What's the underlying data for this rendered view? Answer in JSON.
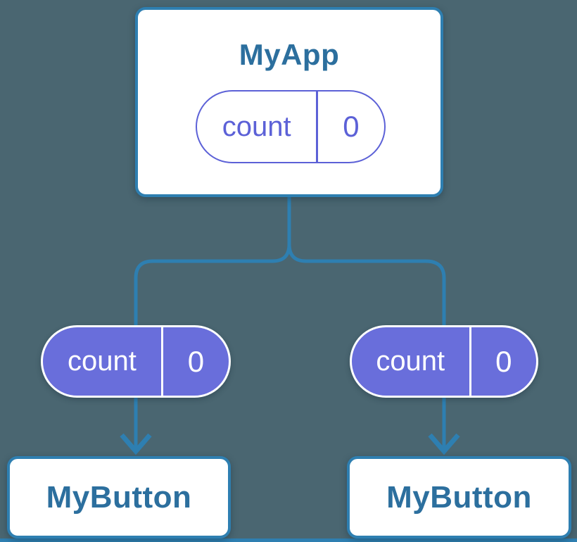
{
  "diagram": {
    "type": "component-tree",
    "root": {
      "title": "MyApp",
      "state": {
        "name": "count",
        "value": "0"
      }
    },
    "children": [
      {
        "title": "MyButton",
        "props": {
          "name": "count",
          "value": "0"
        }
      },
      {
        "title": "MyButton",
        "props": {
          "name": "count",
          "value": "0"
        }
      }
    ],
    "colors": {
      "background": "#4a6671",
      "connector_blue": "#2e7fb1",
      "node_title_blue": "#2c6f9e",
      "card_background": "#ffffff",
      "pill_outline_indigo": "#5c61d7",
      "pill_fill_indigo": "#696edb",
      "pill_text_on_fill": "#ffffff"
    }
  }
}
